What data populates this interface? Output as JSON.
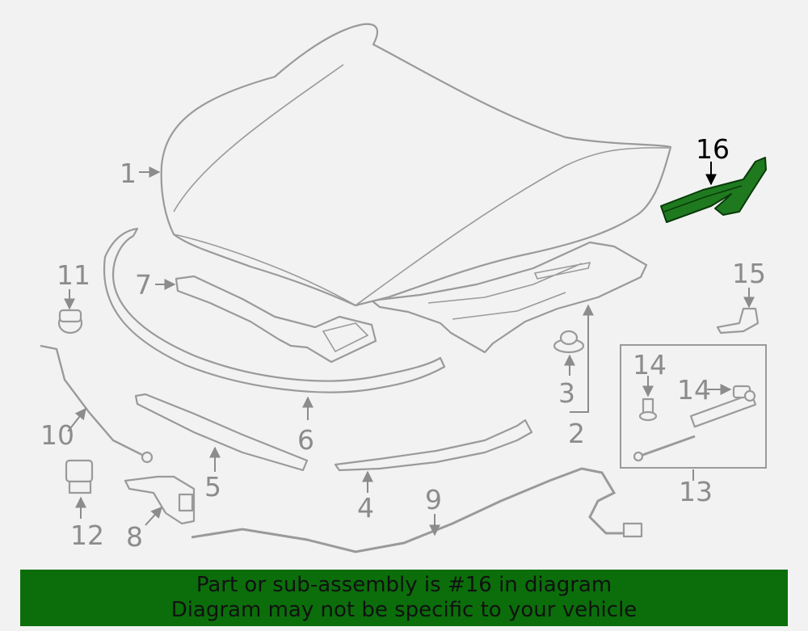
{
  "callouts": {
    "c1": "1",
    "c2": "2",
    "c3": "3",
    "c4": "4",
    "c5": "5",
    "c6": "6",
    "c7": "7",
    "c8": "8",
    "c9": "9",
    "c10": "10",
    "c11": "11",
    "c12": "12",
    "c13": "13",
    "c14a": "14",
    "c14b": "14",
    "c15": "15",
    "c16": "16"
  },
  "highlight": {
    "part_number": "16",
    "color": "#1f7a1f"
  },
  "banner": {
    "line1": "Part or sub-assembly is #16 in diagram",
    "line2": "Diagram may not be specific to your vehicle",
    "background": "#0b6e0b"
  }
}
